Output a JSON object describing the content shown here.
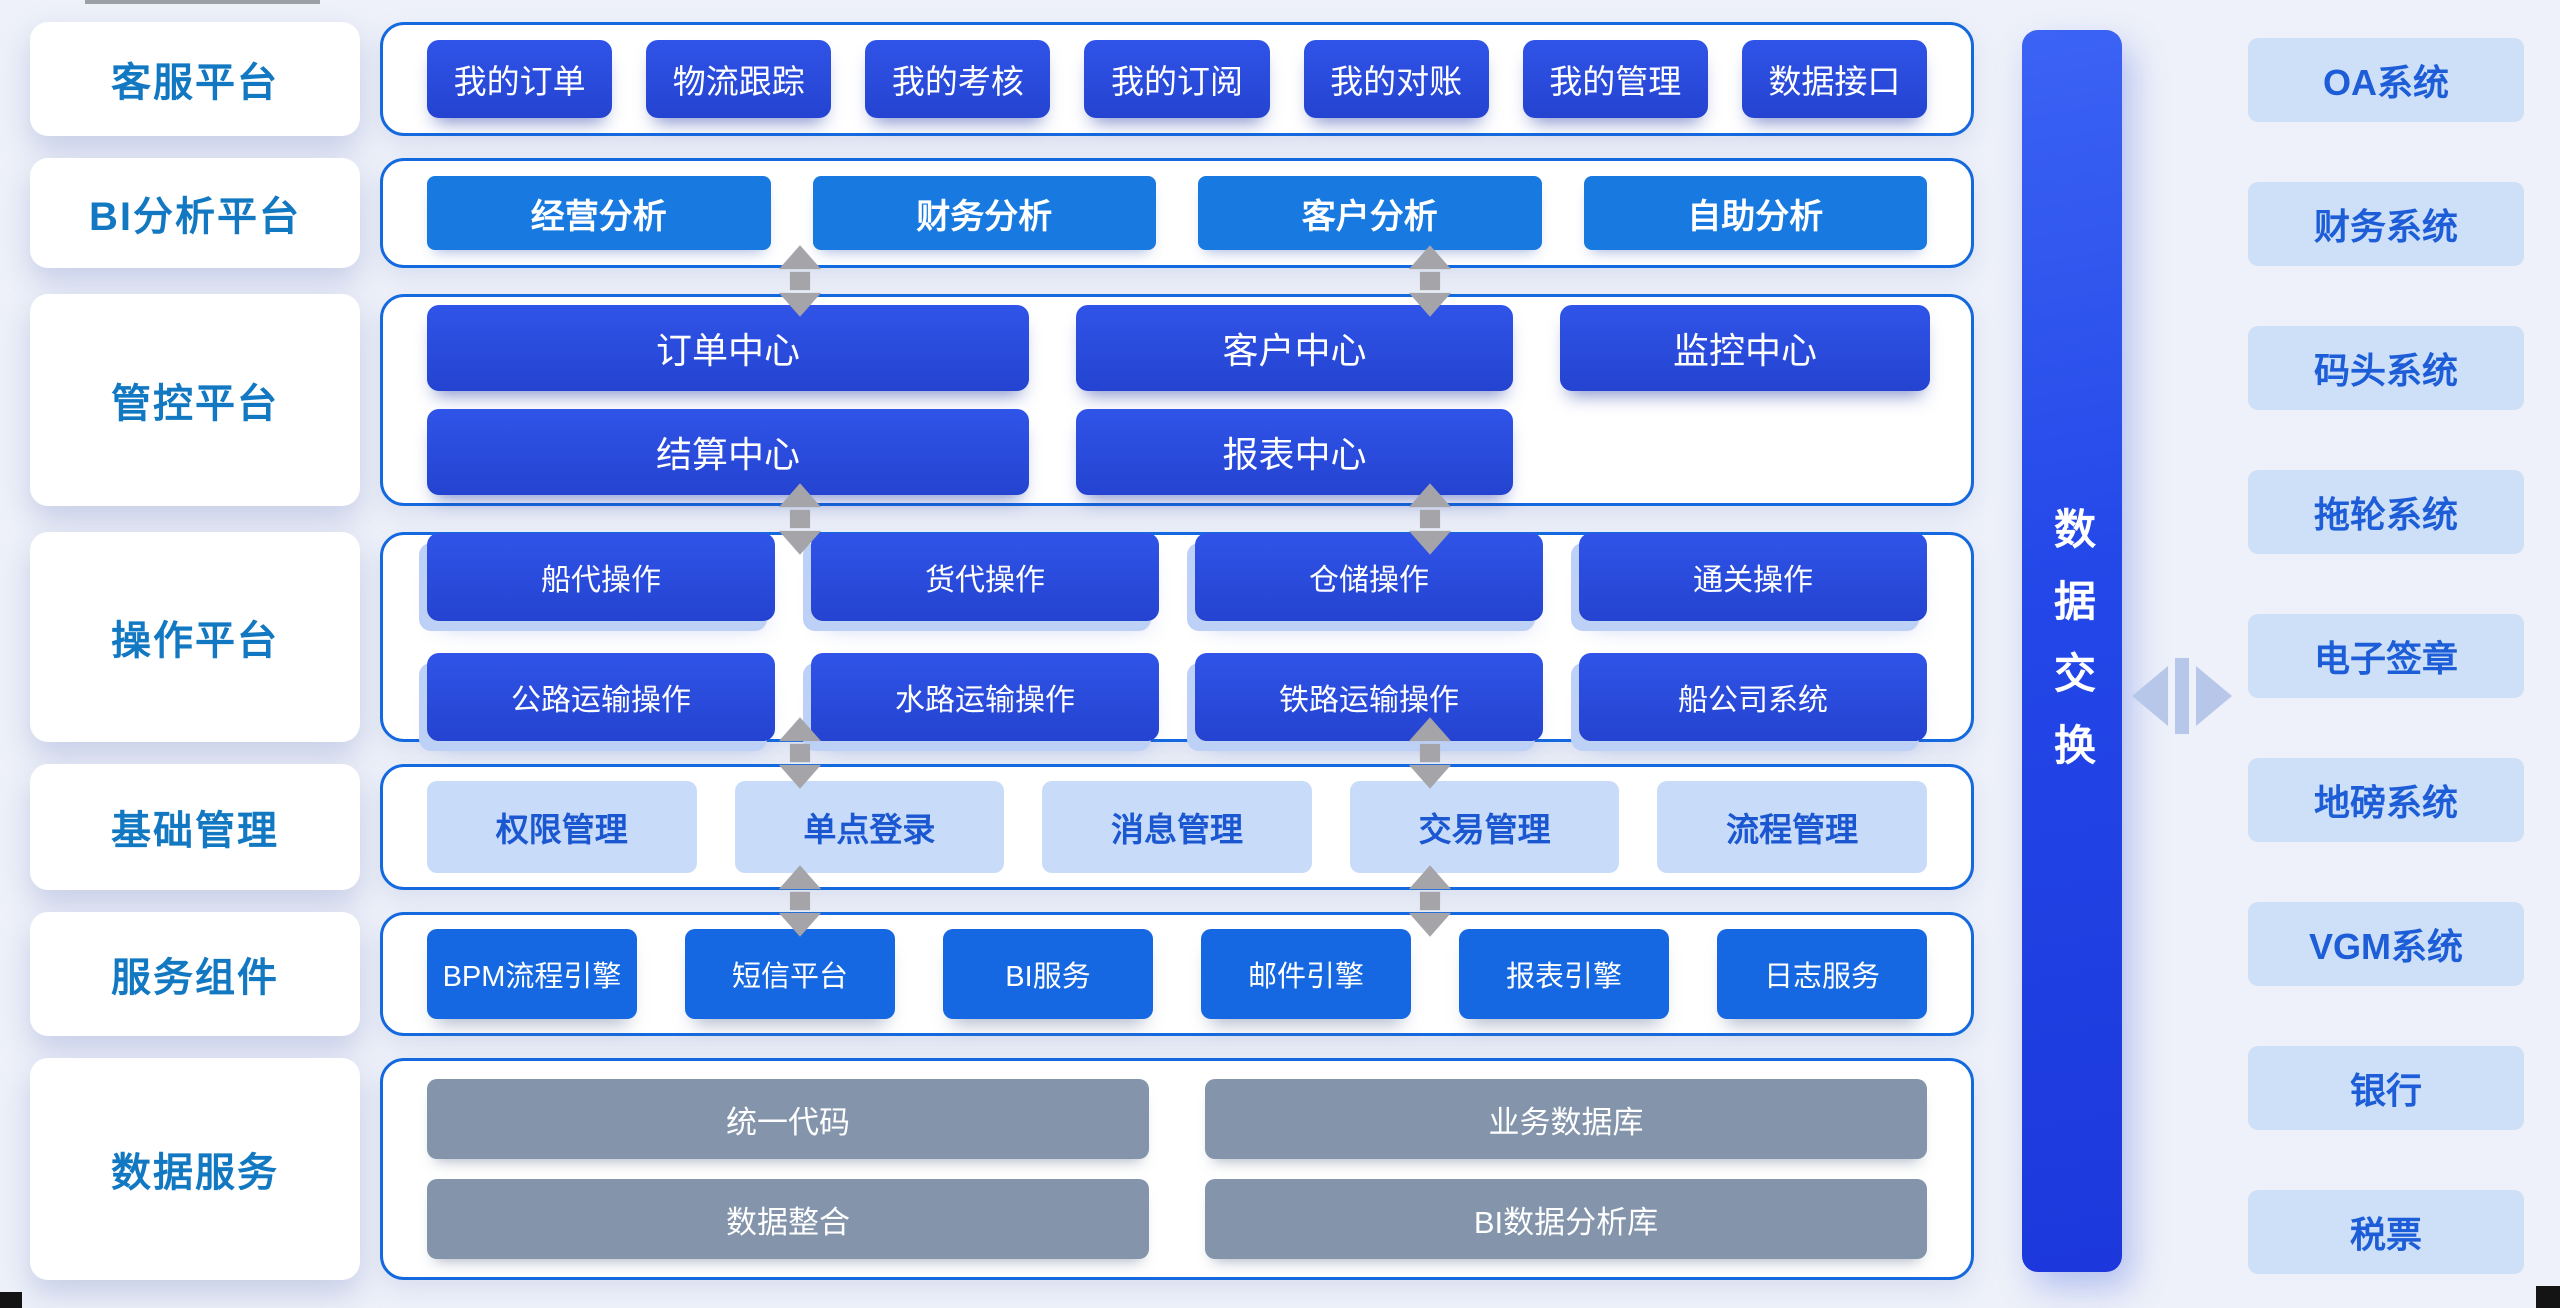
{
  "colors": {
    "page_bg": "#eef1f9",
    "container_border": "#1569de",
    "dark_button": "#2a4cd9",
    "azure_button": "#187ae0",
    "azure_small_button": "#1568e2",
    "light_button_bg": "#c8dcfa",
    "light_button_text": "#1b57d0",
    "gray_button": "#8394ab",
    "left_label_text": "#1278c2",
    "right_box_bg": "#cde0f8",
    "right_box_text": "#1d5dd7",
    "exchange_bar": "#2347e8",
    "vertical_arrow": "#a4a4a9",
    "horizontal_arrow": "#b7c7e9"
  },
  "left_column": {
    "items": [
      {
        "label": "客服平台"
      },
      {
        "label": "BI分析平台"
      },
      {
        "label": "管控平台"
      },
      {
        "label": "操作平台"
      },
      {
        "label": "基础管理"
      },
      {
        "label": "服务组件"
      },
      {
        "label": "数据服务"
      }
    ]
  },
  "main": {
    "rows": [
      {
        "name": "customer-service",
        "buttons": [
          {
            "label": "我的订单"
          },
          {
            "label": "物流跟踪"
          },
          {
            "label": "我的考核"
          },
          {
            "label": "我的订阅"
          },
          {
            "label": "我的对账"
          },
          {
            "label": "我的管理"
          },
          {
            "label": "数据接口"
          }
        ]
      },
      {
        "name": "bi-analysis",
        "buttons": [
          {
            "label": "经营分析"
          },
          {
            "label": "财务分析"
          },
          {
            "label": "客户分析"
          },
          {
            "label": "自助分析"
          }
        ]
      },
      {
        "name": "control-platform",
        "buttons": [
          {
            "label": "订单中心"
          },
          {
            "label": "客户中心"
          },
          {
            "label": "监控中心"
          },
          {
            "label": "结算中心"
          },
          {
            "label": "报表中心"
          }
        ]
      },
      {
        "name": "operation-platform",
        "buttons": [
          {
            "label": "船代操作"
          },
          {
            "label": "货代操作"
          },
          {
            "label": "仓储操作"
          },
          {
            "label": "通关操作"
          },
          {
            "label": "公路运输操作"
          },
          {
            "label": "水路运输操作"
          },
          {
            "label": "铁路运输操作"
          },
          {
            "label": "船公司系统"
          }
        ]
      },
      {
        "name": "basic-management",
        "buttons": [
          {
            "label": "权限管理"
          },
          {
            "label": "单点登录"
          },
          {
            "label": "消息管理"
          },
          {
            "label": "交易管理"
          },
          {
            "label": "流程管理"
          }
        ]
      },
      {
        "name": "service-components",
        "buttons": [
          {
            "label": "BPM流程引擎"
          },
          {
            "label": "短信平台"
          },
          {
            "label": "BI服务"
          },
          {
            "label": "邮件引擎"
          },
          {
            "label": "报表引擎"
          },
          {
            "label": "日志服务"
          }
        ]
      },
      {
        "name": "data-service",
        "buttons": [
          {
            "label": "统一代码"
          },
          {
            "label": "业务数据库"
          },
          {
            "label": "数据整合"
          },
          {
            "label": "BI数据分析库"
          }
        ]
      }
    ]
  },
  "exchange_bar": {
    "label": "数据交换"
  },
  "right_column": {
    "items": [
      {
        "label": "OA系统"
      },
      {
        "label": "财务系统"
      },
      {
        "label": "码头系统"
      },
      {
        "label": "拖轮系统"
      },
      {
        "label": "电子签章"
      },
      {
        "label": "地磅系统"
      },
      {
        "label": "VGM系统"
      },
      {
        "label": "银行"
      },
      {
        "label": "税票"
      }
    ]
  }
}
